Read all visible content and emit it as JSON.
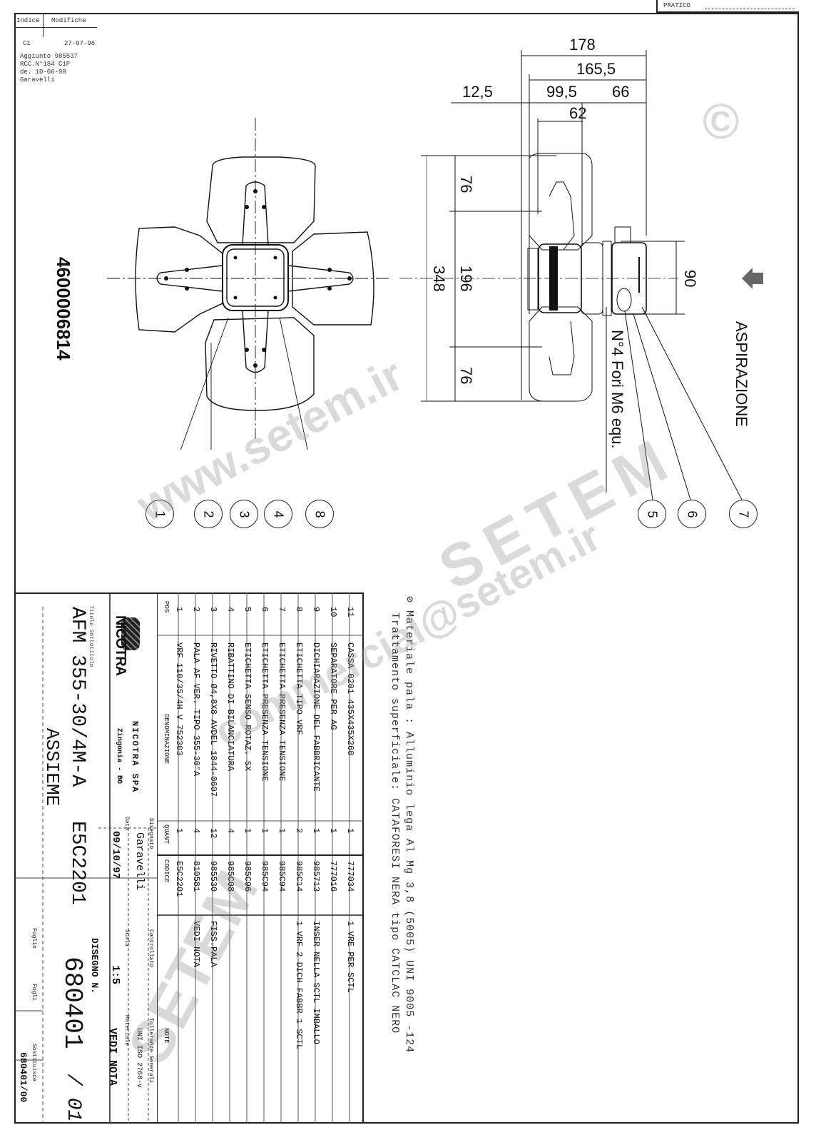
{
  "header": {
    "pratico_label": "PRATICO",
    "revision_table": {
      "col_index": "Indice",
      "col_changes": "Modifiche",
      "rows": [
        {
          "index": "C1",
          "date": "27-07-96",
          "note_lines": [
            "Aggiunto 985537",
            "RCC.N°184   C1P",
            "de. 10-06-98",
            "Garavelli"
          ]
        }
      ]
    }
  },
  "part_code": "4600006814",
  "front_view": {
    "balloons": [
      "1",
      "2",
      "3",
      "4",
      "8"
    ]
  },
  "side_view": {
    "dimensions": {
      "overall_length": "178",
      "length_2": "165,5",
      "offset": "12,5",
      "length_3": "99,5",
      "length_4": "66",
      "length_5": "62",
      "diameter_total": "348",
      "hub_span": "196",
      "blade_top": "76",
      "blade_bottom": "76",
      "box_height": "90"
    },
    "holes_note": "N°4 Fori M6 equ.",
    "airflow_label": "ASPIRAZIONE",
    "balloons": [
      "5",
      "6",
      "7"
    ]
  },
  "material_note": {
    "line1": "⊘ Materiale pala : Alluminio lega Al Mg 3,8 (5005) UNI 9005 -124",
    "line2": "Trattamento superficiale: CATAFORESI NERA tipo CATCLAC NERO"
  },
  "bom": {
    "headers": {
      "pos": "POS",
      "denomination": "DENOMINAZIONE",
      "qty": "QUANT",
      "code": "CODICE",
      "notes": "NOTE"
    },
    "rows": [
      {
        "pos": "11",
        "denomination": "CASSA 0201  435X435X260",
        "qty": "1",
        "code": "777034",
        "notes": "1 VRE PER SCTL"
      },
      {
        "pos": "10",
        "denomination": "SEPARATORE PER AG",
        "qty": "1",
        "code": "777016",
        "notes": ""
      },
      {
        "pos": "9",
        "denomination": "DICHIARAZIONE DEL FABBRICANTE",
        "qty": "1",
        "code": "985713",
        "notes": "INSER NELLA SCTL IMBALLO"
      },
      {
        "pos": "8",
        "denomination": "ETICHETTA TIPO VRF",
        "qty": "2",
        "code": "985C14",
        "notes": "1 VRF 2 DICH FABBR 1 SCTL"
      },
      {
        "pos": "7",
        "denomination": "ETICHETTA PRESENZA TENSIONE",
        "qty": "1",
        "code": "985C94",
        "notes": ""
      },
      {
        "pos": "6",
        "denomination": "ETICHETTA PRESENZA TENSIONE",
        "qty": "1",
        "code": "985C94",
        "notes": ""
      },
      {
        "pos": "5",
        "denomination": "ETICHETTA SENSO ROTAZ. SX",
        "qty": "1",
        "code": "985C96",
        "notes": ""
      },
      {
        "pos": "4",
        "denomination": "RIBATTINO DI BILANCIATURA",
        "qty": "4",
        "code": "985C08",
        "notes": ""
      },
      {
        "pos": "3",
        "denomination": "RIVETTO Ø4,8X8 AVDEL 1844-0607",
        "qty": "12",
        "code": "985530",
        "notes": "FISS.PALA"
      },
      {
        "pos": "2",
        "denomination": "PALA AF VER. TIPO 355-30°A",
        "qty": "4",
        "code": "810581",
        "notes": "VEDI NOTA"
      },
      {
        "pos": "1",
        "denomination": "VRF 110/35/4H  V  752303",
        "qty": "1",
        "code": "E5C2201",
        "notes": ""
      }
    ]
  },
  "title_block": {
    "company": "NICOTRA",
    "company_full": "NICOTRA SPA",
    "location": "Zingonia - BG",
    "title_label": "Titolo  Sottotitolo",
    "model": "AFM 355-30/4M-A",
    "subtitle": "ASSIEME",
    "code": "E5C2201",
    "designer_label": "Disegnato",
    "designer": "Garavelli",
    "date_label": "Data",
    "date": "09/10/97",
    "checked_label": "Controllato",
    "scale_label": "Scala",
    "scale": "1:5",
    "tolerance_label": "Tolleranze Generali",
    "tolerance": "UNI ISO 2768-v",
    "material_label": "Materiale",
    "material": "VEDI NOTA",
    "drawing_no_label": "DISEGNO N.",
    "drawing_no": "680401",
    "revision": "/ 01",
    "sheet_label": "Foglio",
    "sheets_label": "Fogli",
    "replaces_label": "Sostituisce",
    "replaces": "680401/00"
  },
  "watermarks": [
    "www.setem.ir",
    "SETEM",
    "commercial@setem.ir",
    "SETEM",
    "©"
  ]
}
